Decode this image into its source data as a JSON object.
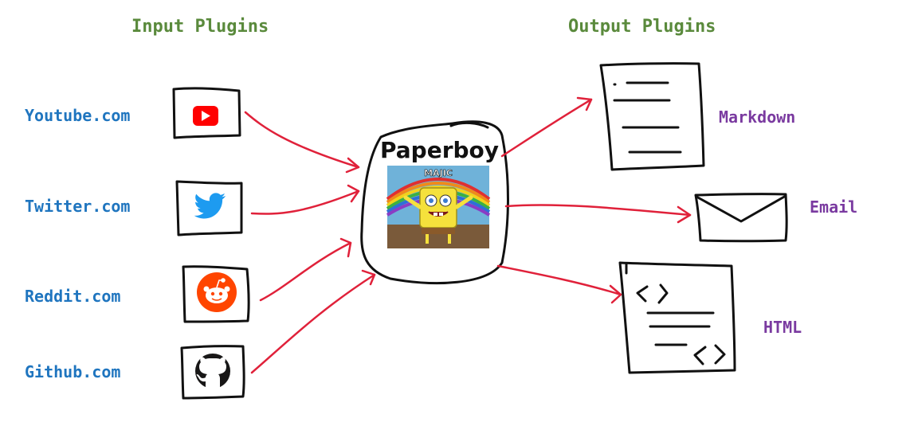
{
  "headings": {
    "input": "Input Plugins",
    "output": "Output Plugins"
  },
  "inputs": [
    {
      "label": "Youtube.com",
      "icon": "youtube-icon"
    },
    {
      "label": "Twitter.com",
      "icon": "twitter-icon"
    },
    {
      "label": "Reddit.com",
      "icon": "reddit-icon"
    },
    {
      "label": "Github.com",
      "icon": "github-icon"
    }
  ],
  "hub": {
    "title": "Paperboy",
    "image_caption": "MAJIC",
    "image": "spongebob-imagination-meme"
  },
  "outputs": [
    {
      "label": "Markdown",
      "icon": "document-icon"
    },
    {
      "label": "Email",
      "icon": "envelope-icon"
    },
    {
      "label": "HTML",
      "icon": "html-document-icon"
    }
  ],
  "colors": {
    "heading": "#5a8a3c",
    "input_label": "#1f75bf",
    "output_label": "#7a3aa0",
    "arrow": "#e0213a",
    "stroke": "#111111",
    "youtube": "#ff0000",
    "twitter": "#1d9bf0",
    "reddit": "#ff4500",
    "github": "#181717"
  }
}
